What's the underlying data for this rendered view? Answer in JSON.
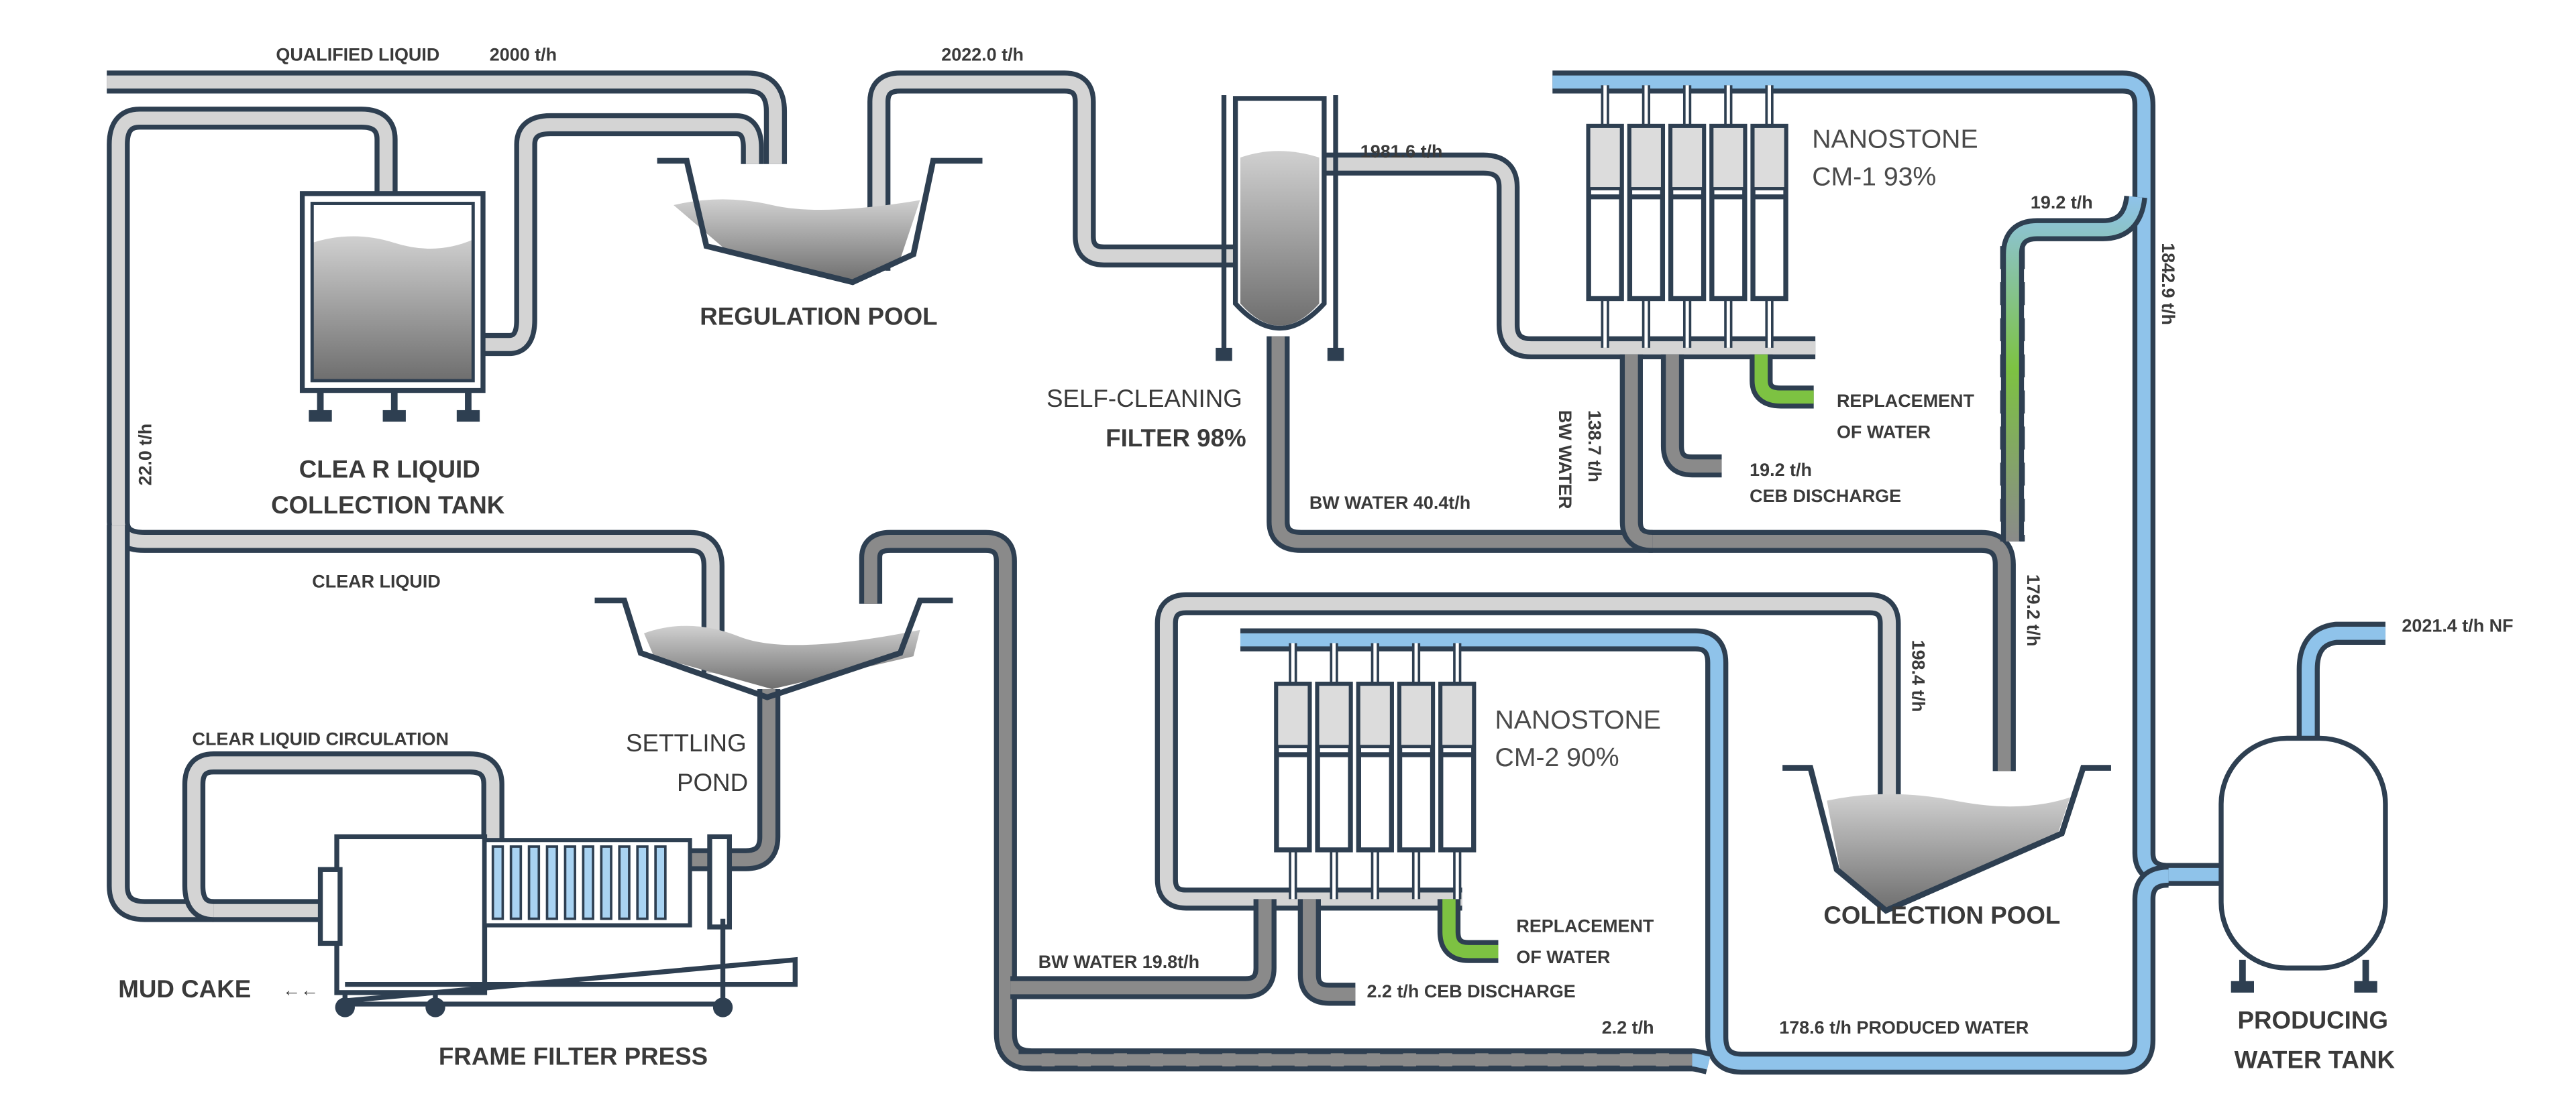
{
  "colors": {
    "outline": "#2e3f51",
    "pipe_light": "#d4d4d4",
    "pipe_dark": "#8a8a8a",
    "pipe_blue": "#8fc3ea",
    "pipe_green": "#7dc242",
    "water_blue": "#a9d3f2"
  },
  "flows": {
    "qualified_liquid": "QUALIFIED LIQUID",
    "qualified_rate": "2000 t/h",
    "to_filter": "2022.0 t/h",
    "filter_out": "1981.6 t/h",
    "left_return": "22.0 t/h",
    "clear_liquid": "CLEAR LIQUID",
    "clear_liquid_circulation": "CLEAR LIQUID CIRCULATION",
    "bw_water_1": "BW WATER 40.4t/h",
    "bw_water_2_rate": "138.7 t/h",
    "bw_water_2_label": "BW WATER",
    "ceb1_rate": "19.2 t/h",
    "ceb1_label": "CEB DISCHARGE",
    "replacement1_a": "REPLACEMENT",
    "replacement1_b": "OF WATER",
    "recycle_19": "19.2 t/h",
    "cm1_permeate": "1842.9 t/h",
    "to_pool": "179.2 t/h",
    "cm2_feed": "198.4 t/h",
    "replacement2_a": "REPLACEMENT",
    "replacement2_b": "OF WATER",
    "ceb2": "2.2 t/h CEB DISCHARGE",
    "bw_water_3": "BW WATER 19.8t/h",
    "recycle_2": "2.2 t/h",
    "produced": "178.6 t/h PRODUCED WATER",
    "nf_out": "2021.4 t/h  NF",
    "mud_cake": "MUD CAKE",
    "mud_cake_arrow": "←←"
  },
  "units": {
    "clear_tank_a": "CLEA R LIQUID",
    "clear_tank_b": "COLLECTION  TANK",
    "regulation_pool": "REGULATION POOL",
    "filter_a": "SELF-CLEANING",
    "filter_b": "FILTER 98%",
    "cm1_a": "NANOSTONE",
    "cm1_b": "CM-1 93%",
    "cm2_a": "NANOSTONE",
    "cm2_b": "CM-2 90%",
    "settling_a": "SETTLING",
    "settling_b": "POND",
    "collection_pool": "COLLECTION POOL",
    "frame_press": "FRAME FILTER PRESS",
    "tank_a": "PRODUCING",
    "tank_b": "WATER TANK"
  }
}
